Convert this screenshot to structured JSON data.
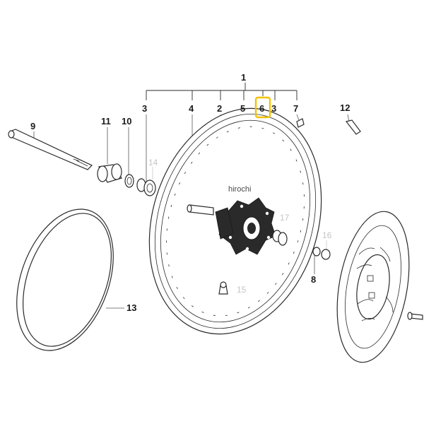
{
  "diagram": {
    "watermark": "hirochi",
    "highlighted_callout": "6",
    "highlight_color": "#f2c200",
    "callouts": {
      "c1": "1",
      "c2": "2",
      "c3a": "3",
      "c3b": "3",
      "c4": "4",
      "c5": "5",
      "c6": "6",
      "c7": "7",
      "c8": "8",
      "c9": "9",
      "c10": "10",
      "c11": "11",
      "c12": "12",
      "c13": "13",
      "c14": "14",
      "c15": "15",
      "c16": "16",
      "c17": "17"
    }
  }
}
